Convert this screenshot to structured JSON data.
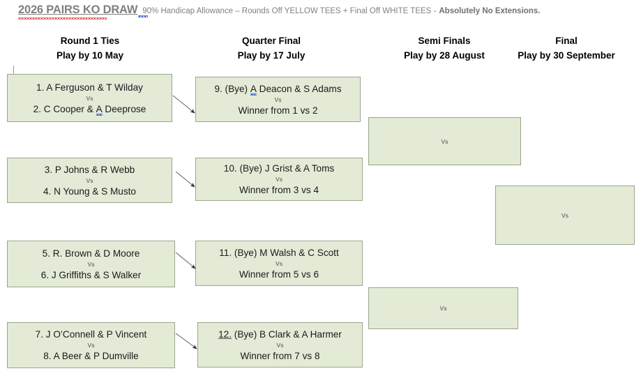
{
  "header": {
    "title_main": "2026 PAIRS KO DRAW",
    "title_sub": "90% Handicap Allowance – Rounds Off YELLOW TEES + Final Off WHITE TEES -",
    "title_strong": "Absolutely No Extensions."
  },
  "columns": [
    {
      "name": "round-1",
      "line1": "Round 1 Ties",
      "line2": "Play by 10 May"
    },
    {
      "name": "quarter-final",
      "line1": "Quarter Final",
      "line2": "Play by 17 July"
    },
    {
      "name": "semi-finals",
      "line1": "Semi Finals",
      "line2": "Play by 28 August"
    },
    {
      "name": "final",
      "line1": "Final",
      "line2": "Play by 30 September"
    }
  ],
  "vs_label": "Vs",
  "round1": [
    {
      "top": "1. A Ferguson & T Wilday",
      "bottom": "2. C Cooper & A Deeprose"
    },
    {
      "top": "3. P Johns & R Webb",
      "bottom": "4. N Young & S Musto"
    },
    {
      "top": "5. R. Brown & D Moore",
      "bottom": "6. J Griffiths & S Walker"
    },
    {
      "top": "7. J O’Connell & P Vincent",
      "bottom": "8. A Beer & P Dumville"
    }
  ],
  "quarter_final": [
    {
      "top": "9. (Bye) A Deacon & S Adams",
      "bottom": "Winner from 1 vs 2"
    },
    {
      "top": "10. (Bye) J Grist & A Toms",
      "bottom": "Winner from 3 vs 4"
    },
    {
      "top": "11. (Bye) M Walsh & C Scott",
      "bottom": "Winner from 5 vs 6"
    },
    {
      "top": "12. (Bye) B Clark & A Harmer",
      "bottom": "Winner from 7 vs 8"
    }
  ],
  "semi_final": [
    {
      "top": "",
      "bottom": ""
    },
    {
      "top": "",
      "bottom": ""
    }
  ],
  "final": [
    {
      "top": "",
      "bottom": ""
    }
  ],
  "colors": {
    "box_fill": "#E3EBD7",
    "box_border": "#9AA58C",
    "title_gray": "#808080",
    "spell_red": "#E03030",
    "spell_blue": "#2B4FD0",
    "arrow": "#404040"
  }
}
